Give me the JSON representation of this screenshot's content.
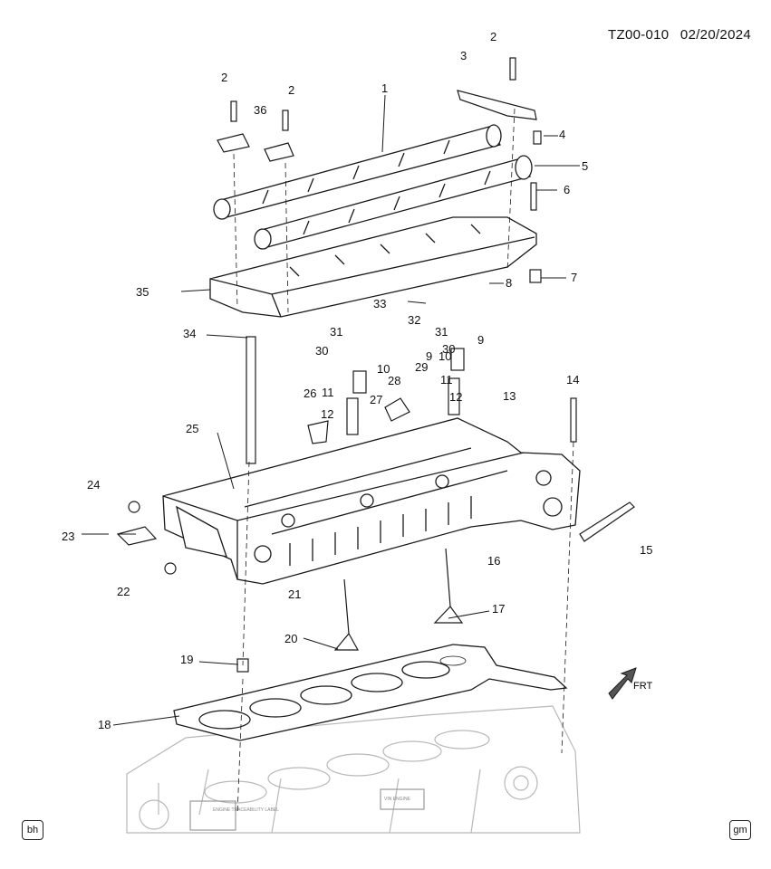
{
  "header": {
    "doc_id": "TZ00-010",
    "date": "02/20/2024"
  },
  "badges": {
    "left": "bh",
    "right": "gm"
  },
  "diagram": {
    "frt_label": "FRT",
    "label_texts": [
      "ENGINE TRACEABILITY LABEL",
      "VIN ENGINE"
    ],
    "callouts": [
      "1",
      "2",
      "2",
      "2",
      "3",
      "4",
      "5",
      "6",
      "7",
      "8",
      "9",
      "9",
      "10",
      "10",
      "11",
      "11",
      "12",
      "12",
      "13",
      "14",
      "15",
      "16",
      "17",
      "18",
      "19",
      "20",
      "21",
      "22",
      "23",
      "24",
      "25",
      "26",
      "27",
      "28",
      "29",
      "30",
      "30",
      "31",
      "31",
      "32",
      "33",
      "34",
      "35",
      "36"
    ]
  },
  "colors": {
    "line": "#1a1a1a",
    "ghost": "#b8b8b8",
    "fill": "#ffffff"
  }
}
